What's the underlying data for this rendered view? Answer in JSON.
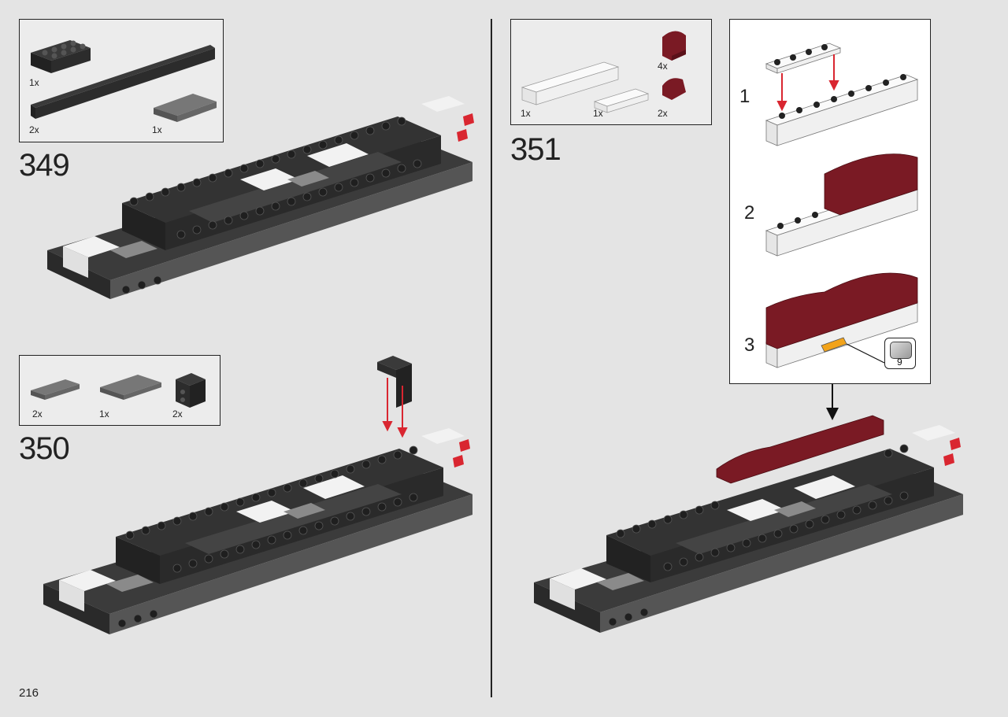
{
  "page": {
    "page_number": "216"
  },
  "steps": [
    {
      "number": "349",
      "parts": [
        {
          "qty": "1x"
        },
        {
          "qty": "2x"
        },
        {
          "qty": "1x"
        }
      ]
    },
    {
      "number": "350",
      "parts": [
        {
          "qty": "2x"
        },
        {
          "qty": "1x"
        },
        {
          "qty": "2x"
        }
      ]
    },
    {
      "number": "351",
      "parts": [
        {
          "qty": "1x"
        },
        {
          "qty": "1x"
        },
        {
          "qty": "4x"
        },
        {
          "qty": "2x"
        }
      ],
      "substeps": [
        {
          "number": "1"
        },
        {
          "number": "2"
        },
        {
          "number": "3"
        }
      ],
      "sticker": "9"
    }
  ],
  "colors": {
    "dark": "#2e2e2e",
    "white": "#f6f6f6",
    "darkred": "#7a1a24",
    "arrow": "#d92630",
    "background": "#e4e4e4"
  }
}
